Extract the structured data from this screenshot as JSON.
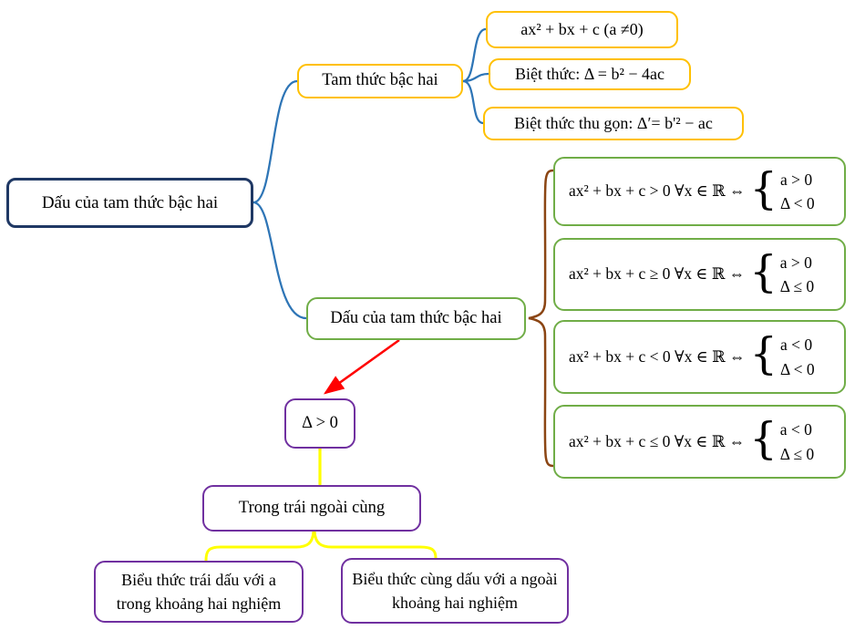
{
  "root": {
    "label": "Dấu của tam thức bậc hai"
  },
  "branch_definition": {
    "label": "Tam thức bậc hai",
    "children": [
      {
        "text": "ax² + bx + c (a ≠0)"
      },
      {
        "text": "Biệt thức: Δ = b² − 4ac"
      },
      {
        "text": "Biệt thức thu gọn: Δ′= b'² − ac"
      }
    ]
  },
  "branch_sign": {
    "label": "Dấu của tam thức bậc hai",
    "brace_glyph": "{",
    "cases": [
      {
        "lhs": "ax² + bx + c > 0 ∀x ∈ ℝ ⇔",
        "conditions": [
          "a > 0",
          "Δ < 0"
        ]
      },
      {
        "lhs": "ax² + bx + c ≥ 0 ∀x ∈ ℝ ⇔",
        "conditions": [
          "a > 0",
          "Δ ≤ 0"
        ]
      },
      {
        "lhs": "ax² + bx + c < 0 ∀x ∈ ℝ ⇔",
        "conditions": [
          "a < 0",
          "Δ < 0"
        ]
      },
      {
        "lhs": "ax² + bx + c ≤ 0 ∀x ∈ ℝ ⇔",
        "conditions": [
          "a < 0",
          "Δ ≤ 0"
        ]
      }
    ]
  },
  "delta_branch": {
    "delta_label": "Δ > 0",
    "rule_label": "Trong trái ngoài cùng",
    "leaves": [
      {
        "text": "Biểu thức trái dấu với a trong khoảng hai nghiệm"
      },
      {
        "text": "Biểu thức cùng dấu với a ngoài khoảng hai nghiệm"
      }
    ]
  },
  "palette": {
    "root_border": "#1F3864",
    "definition_border": "#FFC000",
    "sign_border": "#70AD47",
    "delta_border": "#7030A0",
    "connector_blue": "#2E75B6",
    "connector_brown": "#8B4513",
    "connector_yellow": "#FFFF00",
    "arrow_red": "#FF0000",
    "text": "#000000",
    "background": "#FFFFFF"
  }
}
